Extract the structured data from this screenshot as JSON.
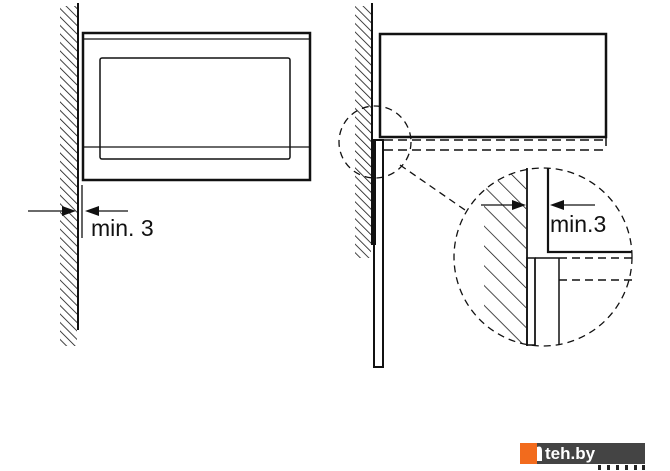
{
  "diagram": {
    "left_view": {
      "clearance_label": "min. 3"
    },
    "right_view": {
      "detail_clearance_label": "min.3"
    }
  },
  "watermark": {
    "text": "teh.by",
    "accent_color": "#f26b1d",
    "box_color": "#444444"
  }
}
